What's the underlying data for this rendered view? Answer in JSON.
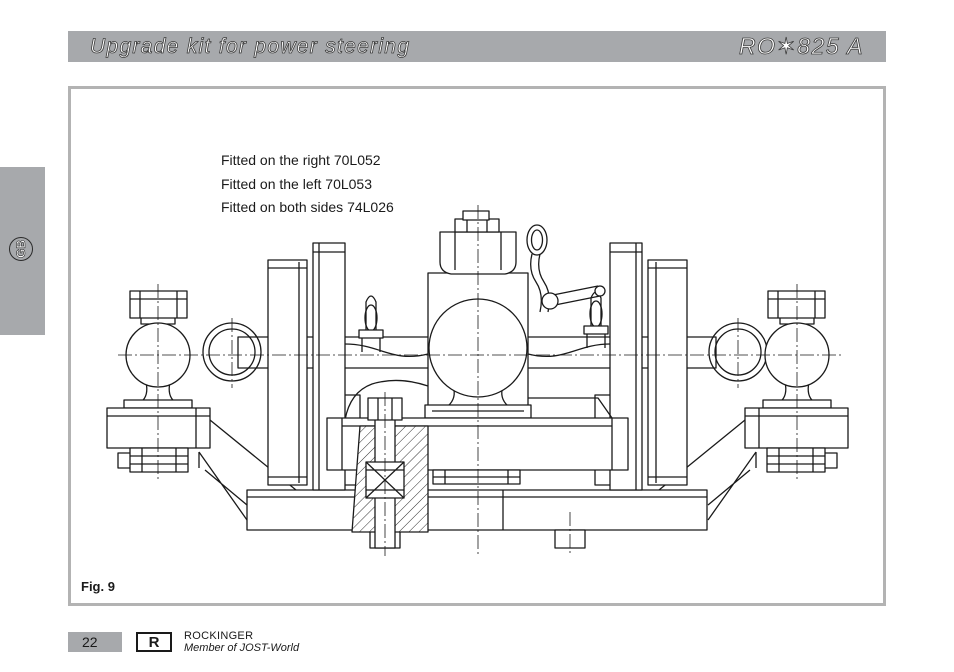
{
  "header": {
    "title": "Upgrade kit for power steering",
    "model": "RO✶825 A"
  },
  "side_tab": {
    "language": "GB"
  },
  "figure": {
    "notes": [
      "Fitted on the right 70L052",
      "Fitted on the left 70L053",
      "Fitted on both sides 74L026"
    ],
    "caption": "Fig. 9"
  },
  "footer": {
    "page_number": "22",
    "logo_letter": "R",
    "brand": "ROCKINGER",
    "tagline": "Member of JOST-World"
  },
  "colors": {
    "header_bar": "#a7a9ac",
    "frame_border": "#b3b3b3",
    "line_art": "#1a1a1a"
  }
}
